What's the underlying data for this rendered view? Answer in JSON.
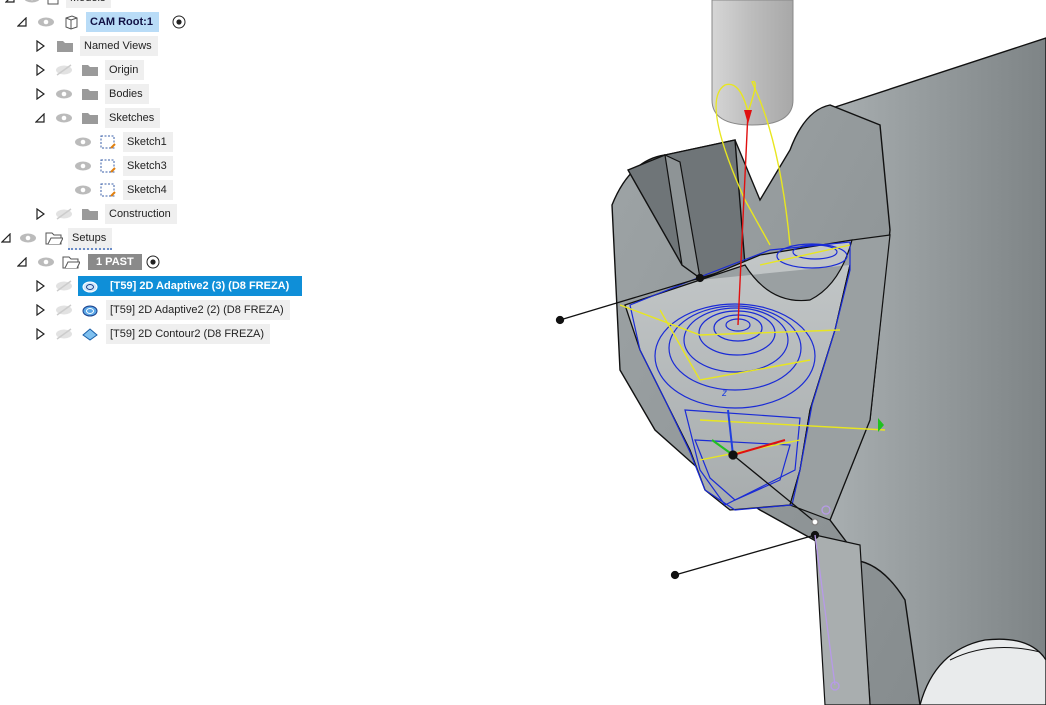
{
  "browser": {
    "top_label": "Models",
    "root": {
      "label": "CAM Root:1"
    },
    "folders": [
      {
        "label": "Named Views"
      },
      {
        "label": "Origin"
      },
      {
        "label": "Bodies"
      },
      {
        "label": "Sketches"
      }
    ],
    "sketches": [
      {
        "label": "Sketch1"
      },
      {
        "label": "Sketch3"
      },
      {
        "label": "Sketch4"
      }
    ],
    "construction": {
      "label": "Construction"
    },
    "setups": {
      "label": "Setups"
    },
    "setup": {
      "label": "1 PAST"
    },
    "operations": [
      {
        "label": "[T59] 2D Adaptive2 (3) (D8 FREZA)",
        "selected": true
      },
      {
        "label": "[T59] 2D Adaptive2 (2) (D8 FREZA)",
        "selected": false
      },
      {
        "label": "[T59] 2D Contour2 (D8 FREZA)",
        "selected": false
      }
    ]
  },
  "viewport": {
    "axis_label": "z",
    "colors": {
      "body": "#8e9496",
      "toolpath": "#1a2bd6",
      "link": "#e8e620",
      "tool": "#c8c8c8",
      "axis_x": "#e01010",
      "axis_y": "#20c020",
      "axis_z": "#2040e0",
      "accent": "#0f8fd8"
    }
  }
}
